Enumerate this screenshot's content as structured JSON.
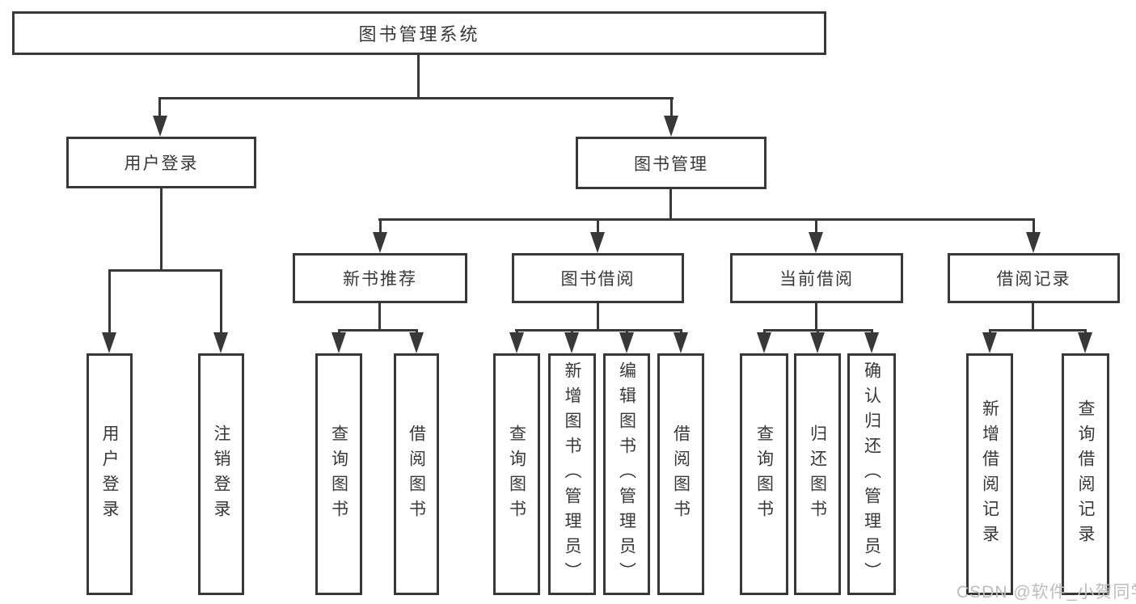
{
  "watermark": "CSDN @软件_小贺同学",
  "diagram": {
    "root": "图书管理系统",
    "level1": {
      "user_login": "用户登录",
      "book_mgmt": "图书管理"
    },
    "level2": {
      "new_books": "新书推荐",
      "book_borrow": "图书借阅",
      "current_borrow": "当前借阅",
      "borrow_records": "借阅记录"
    },
    "leaves": {
      "login": "用户登录",
      "logout": "注销登录",
      "nb_query": "查询图书",
      "nb_borrow": "借阅图书",
      "bb_query": "查询图书",
      "bb_add": "新增图书（管理员）",
      "bb_edit": "编辑图书（管理员）",
      "bb_borrow": "借阅图书",
      "cb_query": "查询图书",
      "cb_return": "归还图书",
      "cb_confirm": "确认归还（管理员）",
      "br_add": "新增借阅记录",
      "br_query": "查询借阅记录"
    }
  }
}
